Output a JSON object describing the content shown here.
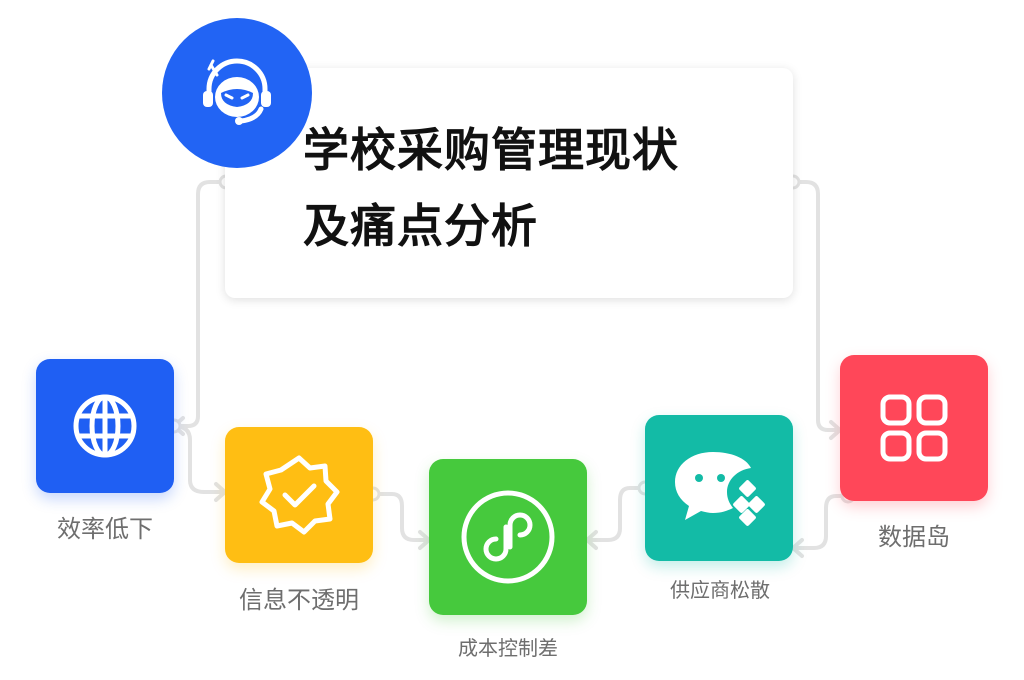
{
  "title": {
    "line1": "学校采购管理现状",
    "line2": "及痛点分析"
  },
  "icon": {
    "name": "customer-service-robot-icon",
    "color": "#2264f4"
  },
  "pain_points": [
    {
      "label": "效率低下",
      "icon": "globe-icon",
      "color": "#1f5ff3"
    },
    {
      "label": "信息不透明",
      "icon": "verified-badge-icon",
      "color": "#ffbe13"
    },
    {
      "label": "成本控制差",
      "icon": "mini-program-icon",
      "color": "#46c93d"
    },
    {
      "label": "供应商松散",
      "icon": "chat-bubble-icon",
      "color": "#13bba6"
    },
    {
      "label": "数据岛",
      "icon": "grid-squares-icon",
      "color": "#ff4759"
    }
  ],
  "connector_color": "#e2e2e2"
}
